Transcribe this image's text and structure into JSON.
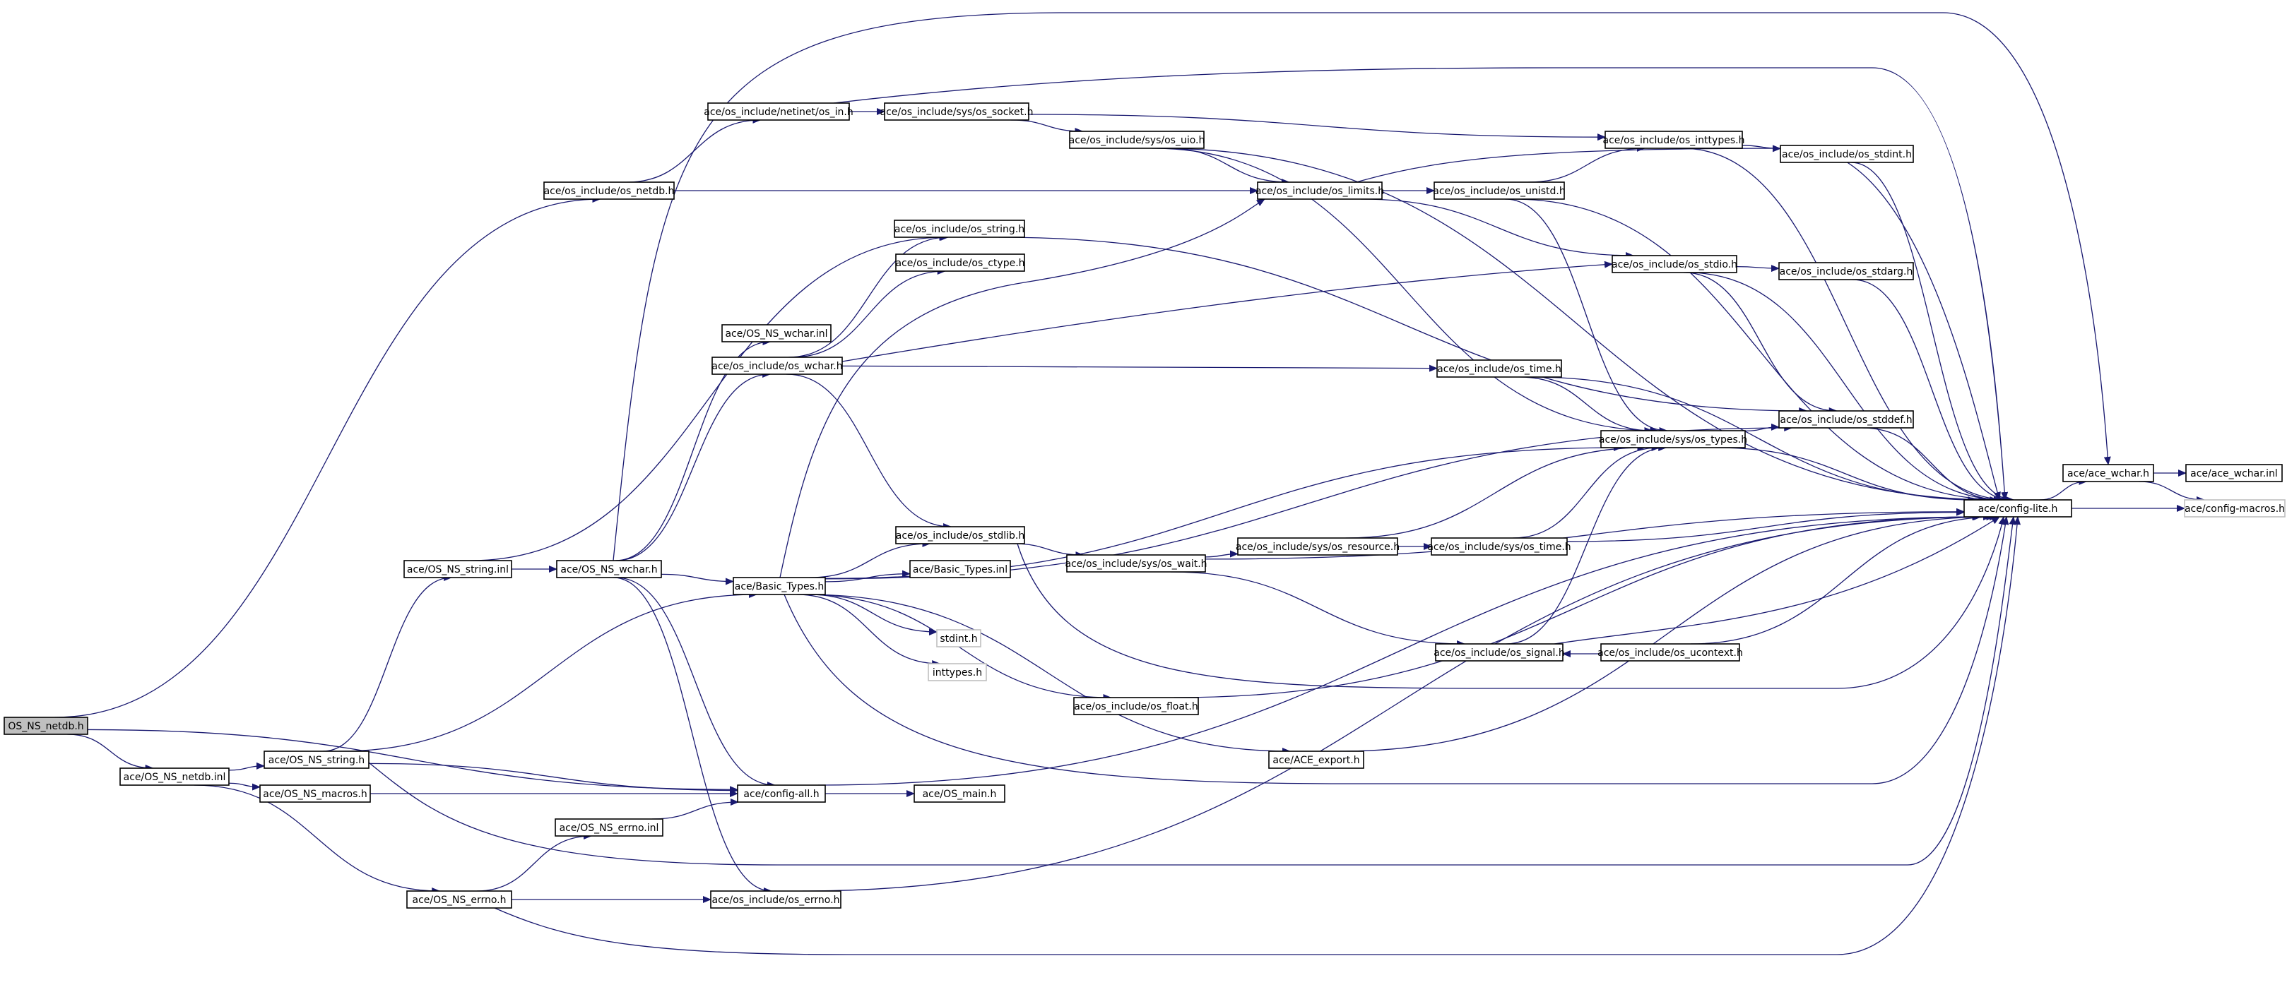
{
  "graph": {
    "edge_color": "#191970",
    "node_border": "#000000",
    "external_border": "#bfbfbf",
    "root_fill": "#bfbfbf",
    "nodes": [
      {
        "id": "n_netdb_h",
        "label": "OS_NS_netdb.h",
        "kind": "root"
      },
      {
        "id": "n_netdb_inl",
        "label": "ace/OS_NS_netdb.inl"
      },
      {
        "id": "n_string_h",
        "label": "ace/OS_NS_string.h"
      },
      {
        "id": "n_macros_h",
        "label": "ace/OS_NS_macros.h"
      },
      {
        "id": "n_string_inl",
        "label": "ace/OS_NS_string.inl"
      },
      {
        "id": "n_errno_inl",
        "label": "ace/OS_NS_errno.inl"
      },
      {
        "id": "n_errno_h",
        "label": "ace/OS_NS_errno.h"
      },
      {
        "id": "n_os_netdb",
        "label": "ace/os_include/os_netdb.h"
      },
      {
        "id": "n_wchar_h",
        "label": "ace/OS_NS_wchar.h"
      },
      {
        "id": "n_wchar_inl",
        "label": "ace/OS_NS_wchar.inl"
      },
      {
        "id": "n_os_wchar",
        "label": "ace/os_include/os_wchar.h"
      },
      {
        "id": "n_basic",
        "label": "ace/Basic_Types.h"
      },
      {
        "id": "n_config_all",
        "label": "ace/config-all.h"
      },
      {
        "id": "n_os_errno",
        "label": "ace/os_include/os_errno.h"
      },
      {
        "id": "n_os_in",
        "label": "ace/os_include/netinet/os_in.h"
      },
      {
        "id": "n_os_socket",
        "label": "ace/os_include/sys/os_socket.h"
      },
      {
        "id": "n_os_uio",
        "label": "ace/os_include/sys/os_uio.h"
      },
      {
        "id": "n_os_string",
        "label": "ace/os_include/os_string.h"
      },
      {
        "id": "n_os_ctype",
        "label": "ace/os_include/os_ctype.h"
      },
      {
        "id": "n_os_stdlib",
        "label": "ace/os_include/os_stdlib.h"
      },
      {
        "id": "n_basic_inl",
        "label": "ace/Basic_Types.inl"
      },
      {
        "id": "n_stdint",
        "label": "stdint.h",
        "kind": "external"
      },
      {
        "id": "n_inttypes",
        "label": "inttypes.h",
        "kind": "external"
      },
      {
        "id": "n_os_main",
        "label": "ace/OS_main.h"
      },
      {
        "id": "n_os_wait",
        "label": "ace/os_include/sys/os_wait.h"
      },
      {
        "id": "n_os_float",
        "label": "ace/os_include/os_float.h"
      },
      {
        "id": "n_ace_export",
        "label": "ace/ACE_export.h"
      },
      {
        "id": "n_os_resource",
        "label": "ace/os_include/sys/os_resource.h"
      },
      {
        "id": "n_os_limits",
        "label": "ace/os_include/os_limits.h"
      },
      {
        "id": "n_os_unistd",
        "label": "ace/os_include/os_unistd.h"
      },
      {
        "id": "n_os_time",
        "label": "ace/os_include/os_time.h"
      },
      {
        "id": "n_os_signal",
        "label": "ace/os_include/os_signal.h"
      },
      {
        "id": "n_sys_time",
        "label": "ace/os_include/sys/os_time.h"
      },
      {
        "id": "n_os_ucontext",
        "label": "ace/os_include/os_ucontext.h"
      },
      {
        "id": "n_os_inttypes",
        "label": "ace/os_include/os_inttypes.h"
      },
      {
        "id": "n_os_stdio",
        "label": "ace/os_include/os_stdio.h"
      },
      {
        "id": "n_sys_types",
        "label": "ace/os_include/sys/os_types.h"
      },
      {
        "id": "n_os_stdint",
        "label": "ace/os_include/os_stdint.h"
      },
      {
        "id": "n_os_stdarg",
        "label": "ace/os_include/os_stdarg.h"
      },
      {
        "id": "n_os_stddef",
        "label": "ace/os_include/os_stddef.h"
      },
      {
        "id": "n_config_lite",
        "label": "ace/config-lite.h"
      },
      {
        "id": "n_ace_wchar",
        "label": "ace/ace_wchar.h"
      },
      {
        "id": "n_ace_wchar_inl",
        "label": "ace/ace_wchar.inl"
      },
      {
        "id": "n_config_macros",
        "label": "ace/config-macros.h",
        "kind": "external"
      }
    ],
    "edges": [
      [
        "n_netdb_h",
        "n_os_netdb"
      ],
      [
        "n_netdb_h",
        "n_netdb_inl"
      ],
      [
        "n_netdb_h",
        "n_config_all"
      ],
      [
        "n_netdb_inl",
        "n_string_h"
      ],
      [
        "n_netdb_inl",
        "n_macros_h"
      ],
      [
        "n_netdb_inl",
        "n_errno_h"
      ],
      [
        "n_string_h",
        "n_string_inl"
      ],
      [
        "n_string_h",
        "n_basic"
      ],
      [
        "n_string_h",
        "n_config_all"
      ],
      [
        "n_string_h",
        "n_config_lite"
      ],
      [
        "n_macros_h",
        "n_config_all"
      ],
      [
        "n_string_inl",
        "n_wchar_h"
      ],
      [
        "n_string_inl",
        "n_os_string"
      ],
      [
        "n_errno_h",
        "n_errno_inl"
      ],
      [
        "n_errno_h",
        "n_os_errno"
      ],
      [
        "n_errno_h",
        "n_config_lite"
      ],
      [
        "n_errno_inl",
        "n_config_all"
      ],
      [
        "n_os_netdb",
        "n_os_in"
      ],
      [
        "n_os_netdb",
        "n_os_limits"
      ],
      [
        "n_wchar_h",
        "n_wchar_inl"
      ],
      [
        "n_wchar_h",
        "n_os_wchar"
      ],
      [
        "n_wchar_h",
        "n_basic"
      ],
      [
        "n_wchar_h",
        "n_config_all"
      ],
      [
        "n_wchar_h",
        "n_os_errno"
      ],
      [
        "n_wchar_h",
        "n_ace_wchar"
      ],
      [
        "n_os_wchar",
        "n_os_string"
      ],
      [
        "n_os_wchar",
        "n_os_ctype"
      ],
      [
        "n_os_wchar",
        "n_os_stdlib"
      ],
      [
        "n_os_wchar",
        "n_os_time"
      ],
      [
        "n_os_wchar",
        "n_os_stdio"
      ],
      [
        "n_basic",
        "n_os_limits"
      ],
      [
        "n_basic",
        "n_os_stdlib"
      ],
      [
        "n_basic",
        "n_basic_inl"
      ],
      [
        "n_basic",
        "n_stdint"
      ],
      [
        "n_basic",
        "n_inttypes"
      ],
      [
        "n_basic",
        "n_os_float"
      ],
      [
        "n_basic",
        "n_ace_export"
      ],
      [
        "n_basic",
        "n_sys_types"
      ],
      [
        "n_basic",
        "n_os_stddef"
      ],
      [
        "n_basic",
        "n_config_lite"
      ],
      [
        "n_config_all",
        "n_os_main"
      ],
      [
        "n_config_all",
        "n_config_lite"
      ],
      [
        "n_os_errno",
        "n_config_lite"
      ],
      [
        "n_os_in",
        "n_os_socket"
      ],
      [
        "n_os_in",
        "n_config_lite"
      ],
      [
        "n_os_socket",
        "n_os_uio"
      ],
      [
        "n_os_socket",
        "n_os_inttypes"
      ],
      [
        "n_os_uio",
        "n_os_limits"
      ],
      [
        "n_os_uio",
        "n_sys_types"
      ],
      [
        "n_os_uio",
        "n_config_lite"
      ],
      [
        "n_os_string",
        "n_os_stddef"
      ],
      [
        "n_os_stdlib",
        "n_os_wait"
      ],
      [
        "n_os_stdlib",
        "n_config_lite"
      ],
      [
        "n_os_wait",
        "n_os_resource"
      ],
      [
        "n_os_wait",
        "n_os_signal"
      ],
      [
        "n_os_wait",
        "n_config_lite"
      ],
      [
        "n_os_float",
        "n_config_lite"
      ],
      [
        "n_ace_export",
        "n_config_lite"
      ],
      [
        "n_os_resource",
        "n_sys_time"
      ],
      [
        "n_os_resource",
        "n_sys_types"
      ],
      [
        "n_sys_time",
        "n_sys_types"
      ],
      [
        "n_sys_time",
        "n_config_lite"
      ],
      [
        "n_os_limits",
        "n_os_unistd"
      ],
      [
        "n_os_limits",
        "n_os_stdio"
      ],
      [
        "n_os_limits",
        "n_config_lite"
      ],
      [
        "n_os_unistd",
        "n_os_inttypes"
      ],
      [
        "n_os_unistd",
        "n_sys_types"
      ],
      [
        "n_os_unistd",
        "n_config_lite"
      ],
      [
        "n_os_time",
        "n_sys_types"
      ],
      [
        "n_os_time",
        "n_config_lite"
      ],
      [
        "n_os_signal",
        "n_os_ucontext"
      ],
      [
        "n_os_signal",
        "n_sys_types"
      ],
      [
        "n_os_ucontext",
        "n_os_signal"
      ],
      [
        "n_os_ucontext",
        "n_config_lite"
      ],
      [
        "n_os_inttypes",
        "n_os_stdint"
      ],
      [
        "n_os_inttypes",
        "n_config_lite"
      ],
      [
        "n_os_stdio",
        "n_os_stdarg"
      ],
      [
        "n_os_stdio",
        "n_os_stddef"
      ],
      [
        "n_os_stdio",
        "n_config_lite"
      ],
      [
        "n_sys_types",
        "n_os_stddef"
      ],
      [
        "n_sys_types",
        "n_config_lite"
      ],
      [
        "n_os_stdint",
        "n_config_lite"
      ],
      [
        "n_os_stdarg",
        "n_config_lite"
      ],
      [
        "n_os_stddef",
        "n_config_lite"
      ],
      [
        "n_config_lite",
        "n_ace_wchar"
      ],
      [
        "n_config_lite",
        "n_config_macros"
      ],
      [
        "n_ace_wchar",
        "n_ace_wchar_inl"
      ],
      [
        "n_ace_wchar",
        "n_config_macros"
      ]
    ]
  }
}
